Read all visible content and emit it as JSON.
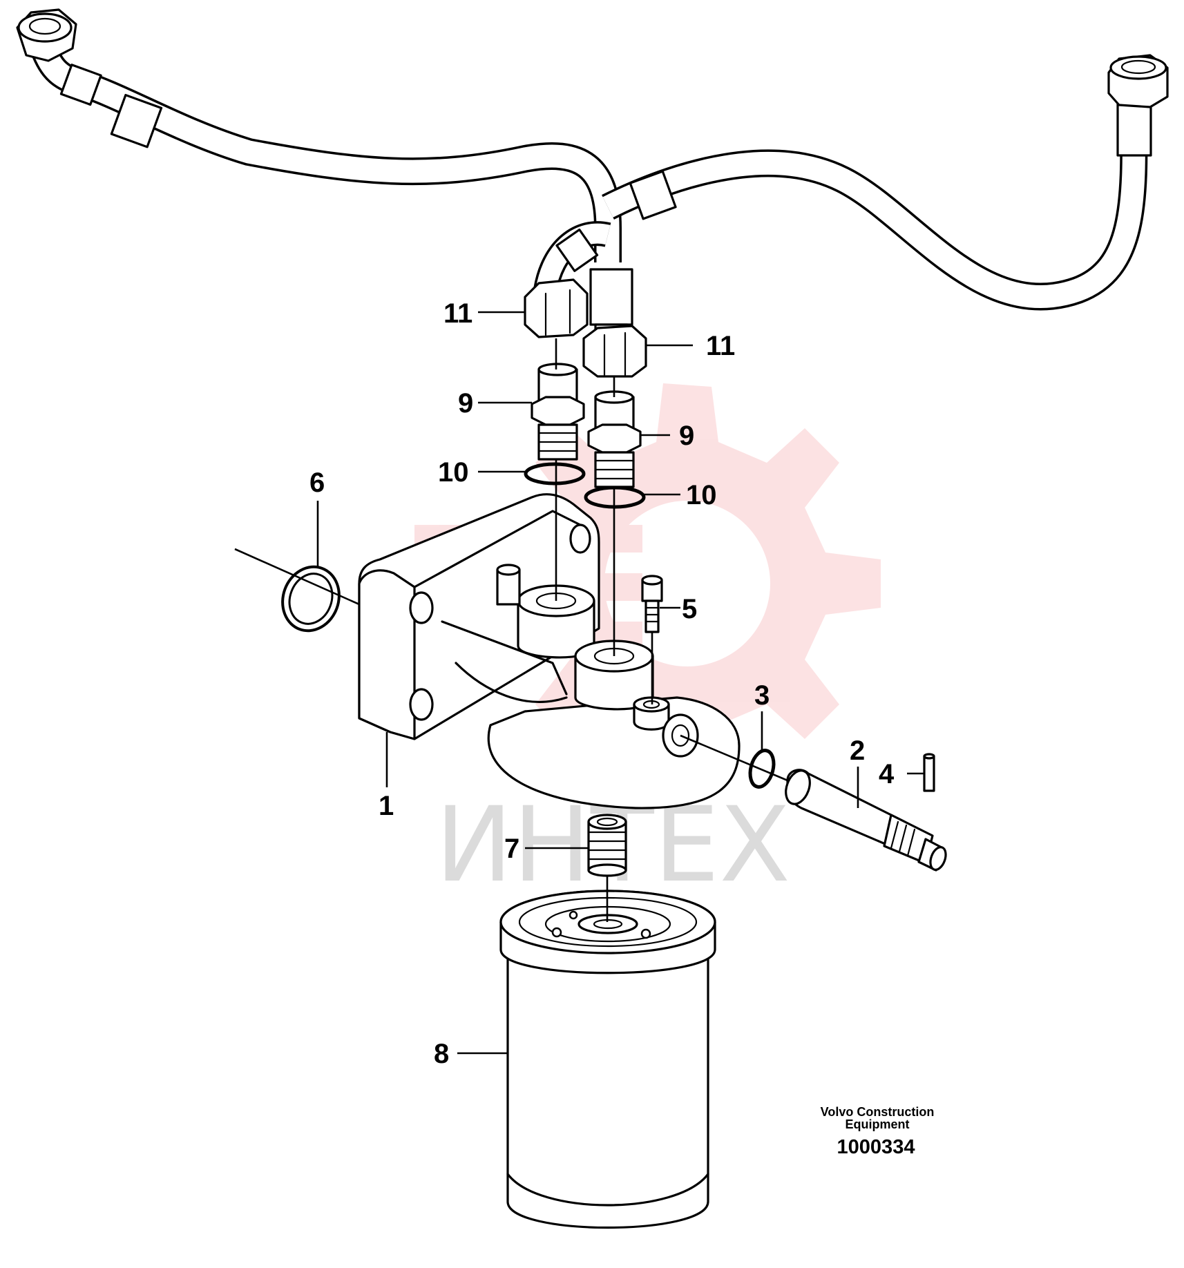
{
  "callouts": {
    "c1": "1",
    "c2": "2",
    "c3": "3",
    "c4": "4",
    "c5": "5",
    "c6": "6",
    "c7": "7",
    "c8": "8",
    "c9a": "9",
    "c9b": "9",
    "c10a": "10",
    "c10b": "10",
    "c11a": "11",
    "c11b": "11"
  },
  "credit": {
    "line1": "Volvo Construction",
    "line2": "Equipment",
    "drawing_number": "1000334"
  },
  "watermark": {
    "text": "ИНТЕХ",
    "gear_color": "#e8202a",
    "text_color": "#cfcfcf"
  }
}
